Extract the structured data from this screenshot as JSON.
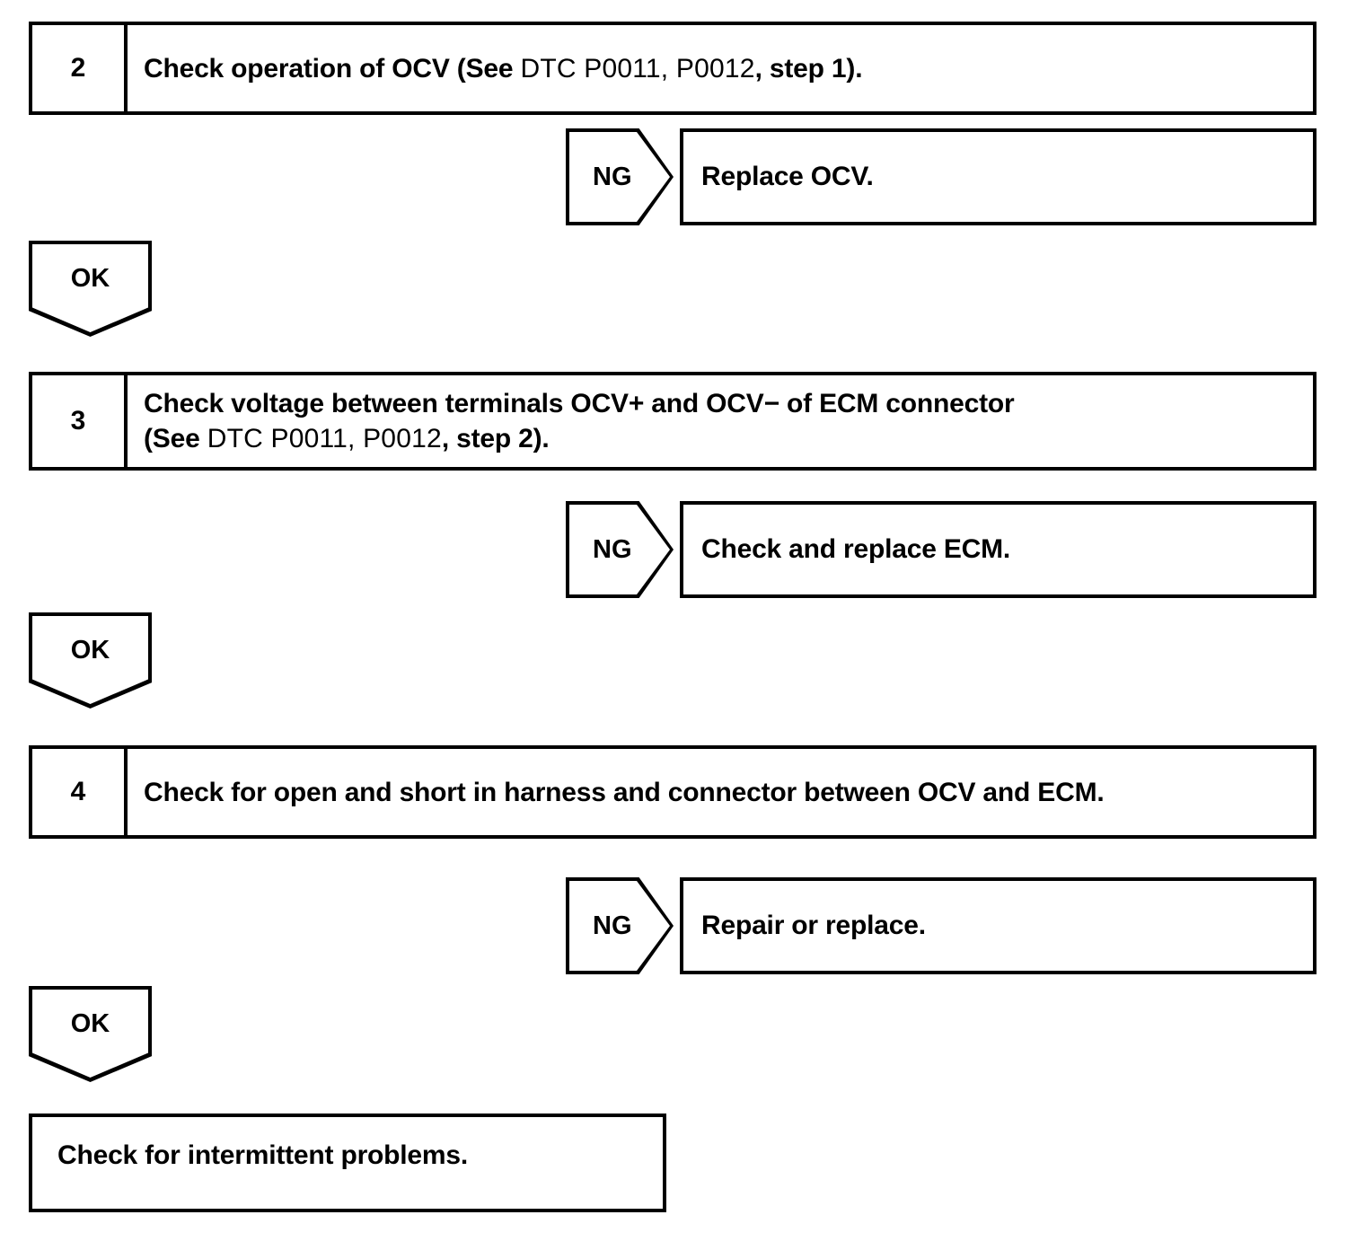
{
  "document": {
    "type": "diagnostic-flowchart",
    "title": "OCV / ECM diagnostic troubleshooting steps"
  },
  "steps": [
    {
      "number": "2",
      "text_bold_lead": "Check operation of OCV (See ",
      "text_light": "DTC P0011, P0012",
      "text_bold_tail": ", step 1).",
      "full_text": "Check operation of OCV (See DTC P0011, P0012, step 1)."
    },
    {
      "number": "3",
      "line1": "Check voltage between terminals OCV+ and OCV− of ECM connector",
      "line2_bold_lead": "(See ",
      "line2_light": "DTC P0011, P0012",
      "line2_bold_tail": ", step 2).",
      "full_text": "Check voltage between terminals OCV+ and OCV− of ECM connector (See DTC P0011, P0012, step 2)."
    },
    {
      "number": "4",
      "text": "Check for open and short in harness and connector between OCV and ECM."
    }
  ],
  "branches": [
    {
      "tag": "NG",
      "result": "Replace OCV."
    },
    {
      "tag": "NG",
      "result": "Check and replace ECM."
    },
    {
      "tag": "NG",
      "result": "Repair or replace."
    }
  ],
  "ok_tags": [
    {
      "tag": "OK"
    },
    {
      "tag": "OK"
    },
    {
      "tag": "OK"
    }
  ],
  "end": {
    "text": "Check for intermittent problems."
  },
  "colors": {
    "line": "#000000",
    "background": "#ffffff",
    "text": "#000000"
  }
}
